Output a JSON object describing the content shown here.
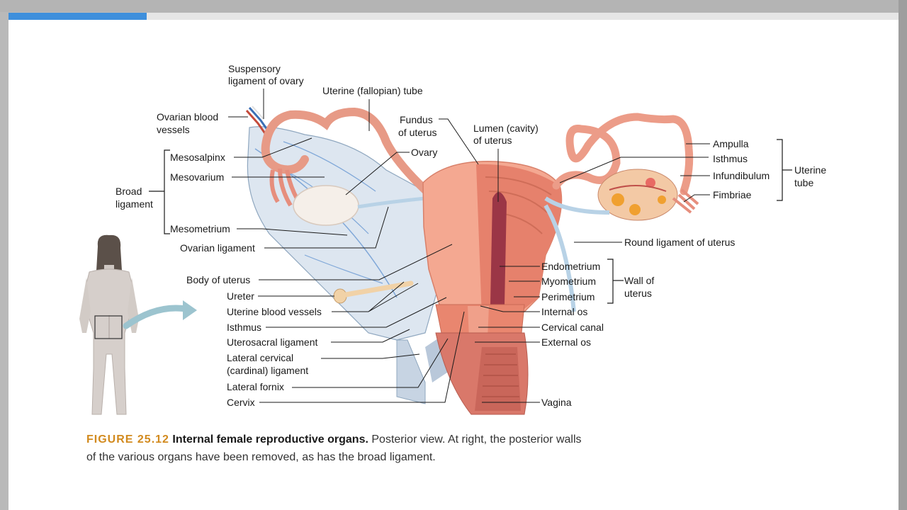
{
  "viewer": {
    "progress_fraction": 0.155,
    "accent_color": "#3e8fdc"
  },
  "figure": {
    "number": "FIGURE 25.12",
    "title": "Internal female reproductive organs.",
    "caption": "Posterior view. At right, the posterior walls of the various organs have been removed, as has the broad ligament."
  },
  "labels": {
    "suspensory_ligament": [
      "Suspensory",
      "ligament of ovary"
    ],
    "uterine_tube_top": "Uterine (fallopian) tube",
    "ovarian_blood_vessels": [
      "Ovarian blood",
      "vessels"
    ],
    "fundus": [
      "Fundus",
      "of uterus"
    ],
    "lumen": [
      "Lumen (cavity)",
      "of uterus"
    ],
    "ovary": "Ovary",
    "mesosalpinx": "Mesosalpinx",
    "mesovarium": "Mesovarium",
    "broad_ligament": [
      "Broad",
      "ligament"
    ],
    "mesometrium": "Mesometrium",
    "ovarian_ligament": "Ovarian ligament",
    "body_of_uterus": "Body of uterus",
    "ureter": "Ureter",
    "uterine_blood_vessels": "Uterine blood vessels",
    "isthmus_left": "Isthmus",
    "uterosacral_ligament": "Uterosacral ligament",
    "lateral_cervical_ligament": [
      "Lateral cervical",
      "(cardinal) ligament"
    ],
    "lateral_fornix": "Lateral fornix",
    "cervix": "Cervix",
    "ampulla": "Ampulla",
    "isthmus_right": "Isthmus",
    "infundibulum": "Infundibulum",
    "fimbriae": "Fimbriae",
    "uterine_tube_group": [
      "Uterine",
      "tube"
    ],
    "round_ligament": "Round ligament of uterus",
    "endometrium": "Endometrium",
    "myometrium": "Myometrium",
    "perimetrium": "Perimetrium",
    "wall_of_uterus": [
      "Wall of",
      "uterus"
    ],
    "internal_os": "Internal os",
    "cervical_canal": "Cervical canal",
    "external_os": "External os",
    "vagina": "Vagina"
  }
}
